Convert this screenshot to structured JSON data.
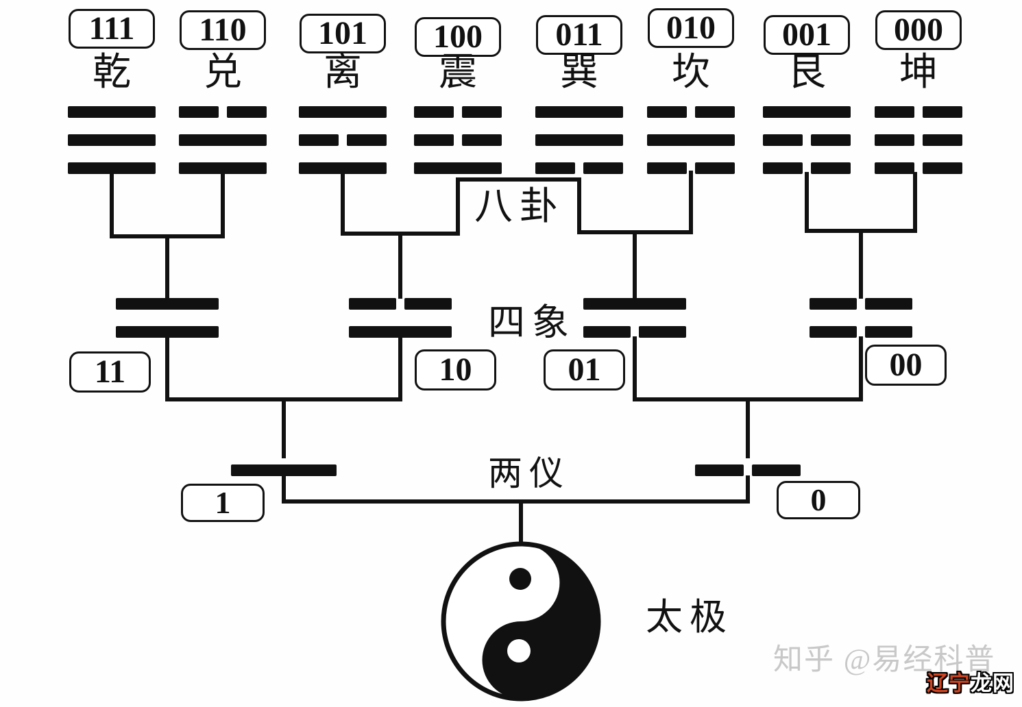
{
  "diagram": {
    "level_labels": {
      "bagua": "八卦",
      "sixiang": "四象",
      "liangyi": "两仪",
      "taiji": "太极"
    },
    "trigrams": [
      {
        "binary": "111",
        "name": "乾",
        "lines": [
          "solid",
          "solid",
          "solid"
        ]
      },
      {
        "binary": "110",
        "name": "兑",
        "lines": [
          "broken",
          "solid",
          "solid"
        ]
      },
      {
        "binary": "101",
        "name": "离",
        "lines": [
          "solid",
          "broken",
          "solid"
        ]
      },
      {
        "binary": "100",
        "name": "震",
        "lines": [
          "broken",
          "broken",
          "solid"
        ]
      },
      {
        "binary": "011",
        "name": "巽",
        "lines": [
          "solid",
          "solid",
          "broken"
        ]
      },
      {
        "binary": "010",
        "name": "坎",
        "lines": [
          "broken",
          "solid",
          "broken"
        ]
      },
      {
        "binary": "001",
        "name": "艮",
        "lines": [
          "solid",
          "broken",
          "broken"
        ]
      },
      {
        "binary": "000",
        "name": "坤",
        "lines": [
          "broken",
          "broken",
          "broken"
        ]
      }
    ],
    "four_images": [
      {
        "binary": "11",
        "lines": [
          "solid",
          "solid"
        ]
      },
      {
        "binary": "10",
        "lines": [
          "broken",
          "solid"
        ]
      },
      {
        "binary": "01",
        "lines": [
          "solid",
          "broken"
        ]
      },
      {
        "binary": "00",
        "lines": [
          "broken",
          "broken"
        ]
      }
    ],
    "two_forms": [
      {
        "binary": "1",
        "lines": [
          "solid"
        ]
      },
      {
        "binary": "0",
        "lines": [
          "broken"
        ]
      }
    ]
  },
  "watermark": {
    "credit": "知乎 @易经科普",
    "logo_red_text": "辽宁",
    "logo_white_text": "龙网"
  },
  "colors": {
    "ink": "#111111",
    "background": "#fefefe",
    "watermark_gray": "#c8c8c8",
    "logo_red": "#cd4522"
  }
}
